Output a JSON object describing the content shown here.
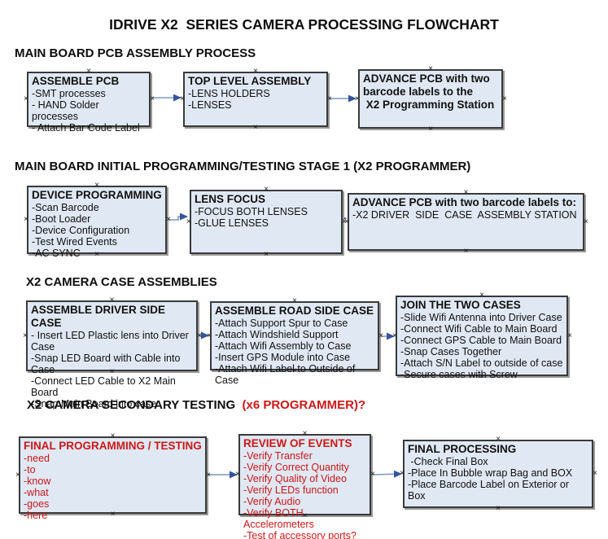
{
  "page": {
    "title": "IDRIVE X2  SERIES CAMERA PROCESSING FLOWCHART"
  },
  "colors": {
    "text": "#111111",
    "red": "#cc1818",
    "box_fill": "#dfe8f3",
    "box_border": "#3a3a3a",
    "shadow": "#9a9a9a",
    "arrow_line": "#7f95bd",
    "arrow_head": "#35549b"
  },
  "icons": {
    "connection_point": "×"
  },
  "sections": [
    {
      "heading": "MAIN BOARD PCB ASSEMBLY PROCESS",
      "boxes": [
        {
          "title": "ASSEMBLE PCB",
          "items": [
            "-SMT processes",
            "- HAND Solder processes",
            "- Attach Bar Code Label"
          ]
        },
        {
          "title": "TOP LEVEL ASSEMBLY",
          "items": [
            "-LENS HOLDERS",
            "-LENSES"
          ]
        },
        {
          "title": "ADVANCE PCB with two\nbarcode labels to the\n X2 Programming Station",
          "items": []
        }
      ]
    },
    {
      "heading": "MAIN BOARD INITIAL PROGRAMMING/TESTING STAGE 1 (X2 PROGRAMMER)",
      "boxes": [
        {
          "title": "DEVICE PROGRAMMING",
          "items": [
            "-Scan Barcode",
            "-Boot Loader",
            "-Device Configuration",
            "-Test Wired Events",
            "-AC SYNC"
          ]
        },
        {
          "title": "LENS FOCUS",
          "items": [
            "-FOCUS BOTH LENSES",
            "-GLUE LENSES"
          ]
        },
        {
          "title": "ADVANCE PCB with two barcode labels to:",
          "items": [
            "-X2 DRIVER  SIDE  CASE  ASSEMBLY STATION"
          ]
        }
      ]
    },
    {
      "heading": "X2 CAMERA CASE ASSEMBLIES",
      "boxes": [
        {
          "title": "ASSEMBLE DRIVER SIDE CASE",
          "items": [
            "- Insert LED Plastic lens into Driver Case",
            "-Snap LED Board with Cable into Case",
            "-Connect LED Cable to X2 Main Board",
            "-Snap Main Board into case"
          ]
        },
        {
          "title": "ASSEMBLE ROAD SIDE CASE",
          "items": [
            "-Attach Support Spur to Case",
            "-Attach Windshield Support",
            "-Attach Wifi Assembly to Case",
            "-Insert GPS Module into Case",
            "-Attach Wifi Label to Outside of Case"
          ]
        },
        {
          "title": "JOIN THE TWO CASES",
          "items": [
            "-Slide Wifi Antenna into Driver Case",
            "-Connect Wifi Cable to Main Board",
            "-Connect GPS Cable to Main Board",
            "-Snap Cases Together",
            "-Attach S/N Label to outside of case",
            "-Secure cases with Screw"
          ]
        }
      ]
    },
    {
      "heading": "X2 CAMERA SECONDARY TESTING ",
      "heading_red": " (x6 PROGRAMMER)?",
      "boxes": [
        {
          "title": "FINAL PROGRAMMING / TESTING",
          "items": [
            "-need",
            "-to",
            "-know",
            "-what",
            "-goes",
            "-here"
          ]
        },
        {
          "title": "REVIEW OF EVENTS",
          "items": [
            "-Verify Transfer",
            "-Verify Correct Quantity",
            "-Verify Quality of Video",
            "-Verify LEDs function",
            "-Verify Audio",
            "-Verify BOTH Accelerometers",
            "-Test of accessory ports?"
          ]
        },
        {
          "title": "FINAL PROCESSING",
          "items": [
            " -Check Final Box",
            "-Place In Bubble wrap Bag and BOX",
            "-Place Barcode Label on Exterior or Box"
          ]
        }
      ]
    }
  ]
}
